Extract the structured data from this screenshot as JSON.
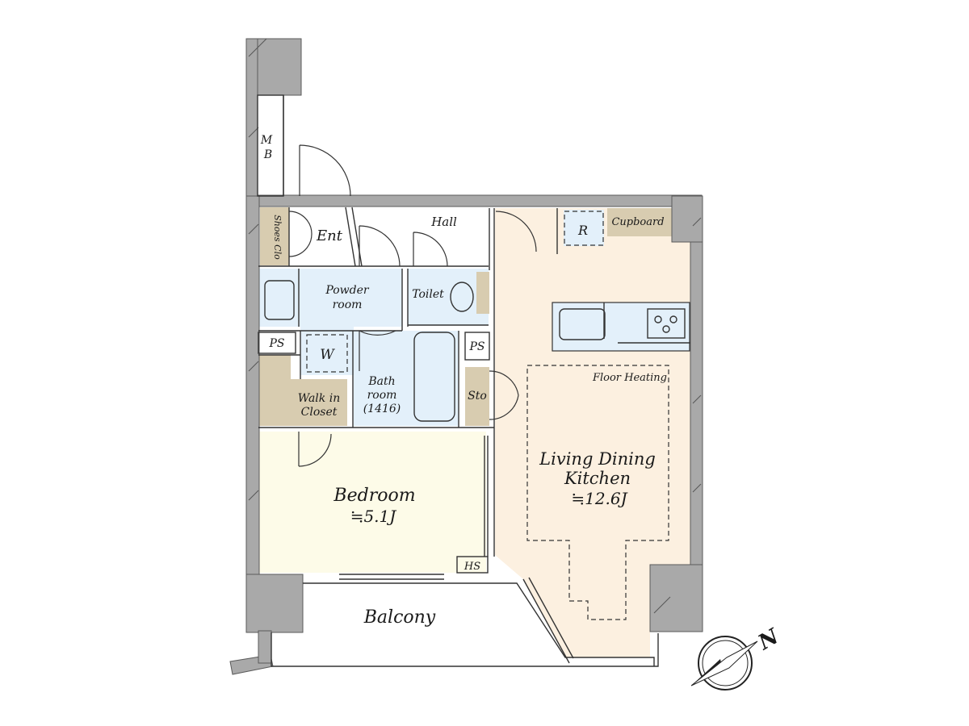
{
  "rooms": {
    "mb_line1": "M",
    "mb_line2": "B",
    "shoes_closet": "Shoes Clo",
    "entrance": "Ent",
    "hall": "Hall",
    "refrigerator": "R",
    "cupboard": "Cupboard",
    "powder_line1": "Powder",
    "powder_line2": "room",
    "toilet": "Toilet",
    "ps_left": "PS",
    "ps_right": "PS",
    "washer": "W",
    "bath_line1": "Bath",
    "bath_line2": "room",
    "bath_line3": "(1416)",
    "storage": "Sto",
    "walkin_line1": "Walk in",
    "walkin_line2": "Closet",
    "floor_heating": "Floor Heating",
    "ldk_line1": "Living Dining",
    "ldk_line2": "Kitchen",
    "ldk_area": "≒12.6J",
    "bedroom_name": "Bedroom",
    "bedroom_area": "≒5.1J",
    "heat_source": "HS",
    "balcony": "Balcony"
  },
  "compass": {
    "north_label": "N"
  },
  "colors": {
    "wall": "#a9a9a9",
    "wet_area": "#e3f0fa",
    "ldk_floor": "#fcf0e0",
    "bedroom_floor": "#fdfbe8",
    "closet": "#d8ccb0"
  }
}
